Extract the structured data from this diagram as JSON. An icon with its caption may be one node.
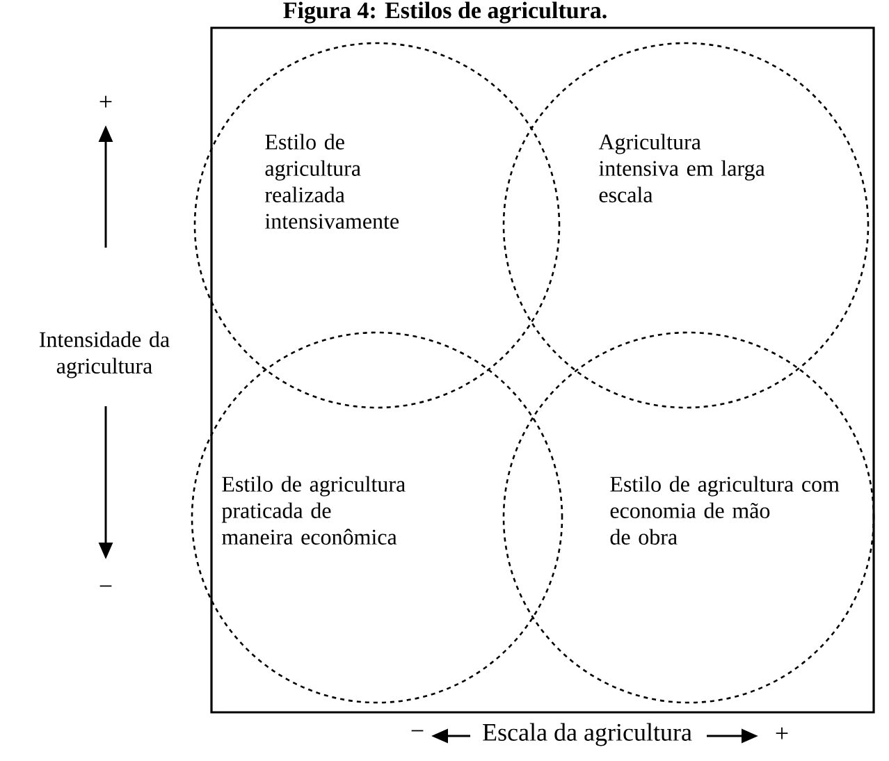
{
  "diagram": {
    "title": "Figura 4: Estilos de agricultura.",
    "nodes": [
      {
        "text": [
          "Estilo de agricultura realizada intensivamente"
        ]
      },
      {
        "text": [
          "Agricultura intensiva em larga escala"
        ]
      },
      {
        "text": [
          "Estilo de agricultura praticada de maneira econômica"
        ]
      },
      {
        "text": [
          "Estilo de agricultura com economia de mão de obra"
        ]
      }
    ],
    "labels": [
      "+",
      "Intensidade da agricultura",
      "−",
      "−",
      "Escala da agricultura",
      "+"
    ]
  }
}
